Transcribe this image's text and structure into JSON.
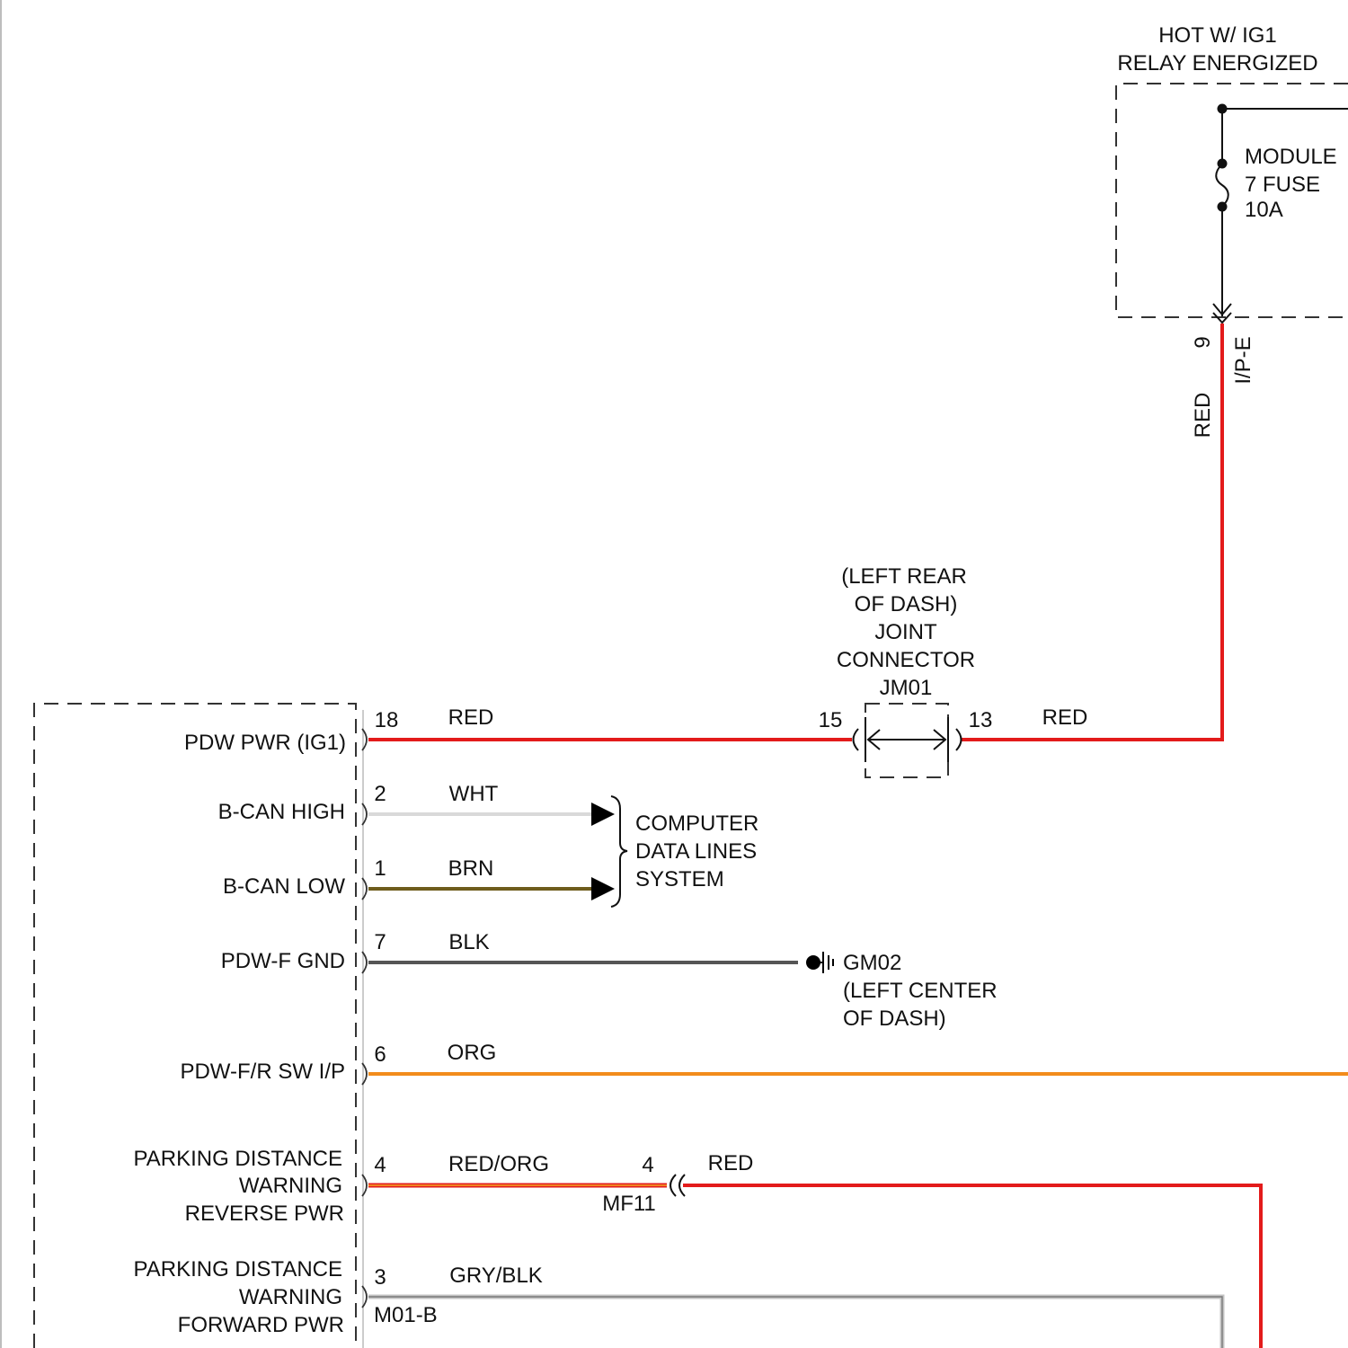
{
  "relay": {
    "title": [
      "HOT W/ IG1",
      "RELAY ENERGIZED"
    ]
  },
  "fuse": {
    "label": [
      "MODULE",
      "7 FUSE",
      "10A"
    ]
  },
  "ip_connector": {
    "pin": "9",
    "name": "I/P-E",
    "wire": "RED"
  },
  "joint_connector": {
    "label": [
      "(LEFT REAR",
      "OF DASH)",
      "JOINT",
      "CONNECTOR",
      "JM01"
    ],
    "pin_in": "15",
    "pin_out": "13",
    "wire_out": "RED"
  },
  "module": {
    "connector": "M01-B",
    "pins": [
      {
        "label": [
          "PDW PWR (IG1)"
        ],
        "pin": "18",
        "wire": "RED"
      },
      {
        "label": [
          "B-CAN HIGH"
        ],
        "pin": "2",
        "wire": "WHT"
      },
      {
        "label": [
          "B-CAN LOW"
        ],
        "pin": "1",
        "wire": "BRN"
      },
      {
        "label": [
          "PDW-F GND"
        ],
        "pin": "7",
        "wire": "BLK"
      },
      {
        "label": [
          "PDW-F/R SW I/P"
        ],
        "pin": "6",
        "wire": "ORG"
      },
      {
        "label": [
          "PARKING DISTANCE",
          "WARNING",
          "REVERSE PWR"
        ],
        "pin": "4",
        "wire": "RED/ORG"
      },
      {
        "label": [
          "PARKING DISTANCE",
          "WARNING",
          "FORWARD PWR"
        ],
        "pin": "3",
        "wire": "GRY/BLK"
      }
    ]
  },
  "data_lines": {
    "label": [
      "COMPUTER",
      "DATA LINES",
      "SYSTEM"
    ]
  },
  "ground": {
    "label": [
      "GM02",
      "(LEFT CENTER",
      "OF DASH)"
    ]
  },
  "inline_connector": {
    "name": "MF11",
    "pin": "4",
    "wire_out": "RED"
  },
  "wire_colors": {
    "RED": "#e31b1b",
    "WHT": "#d9d9d9",
    "BRN": "#6e5c1c",
    "BLK": "#555555",
    "ORG": "#f28c1c",
    "GRY": "#c3c3c3",
    "stripe_ORG": "#f5a623",
    "stripe_BLK": "#7a7a7a"
  }
}
